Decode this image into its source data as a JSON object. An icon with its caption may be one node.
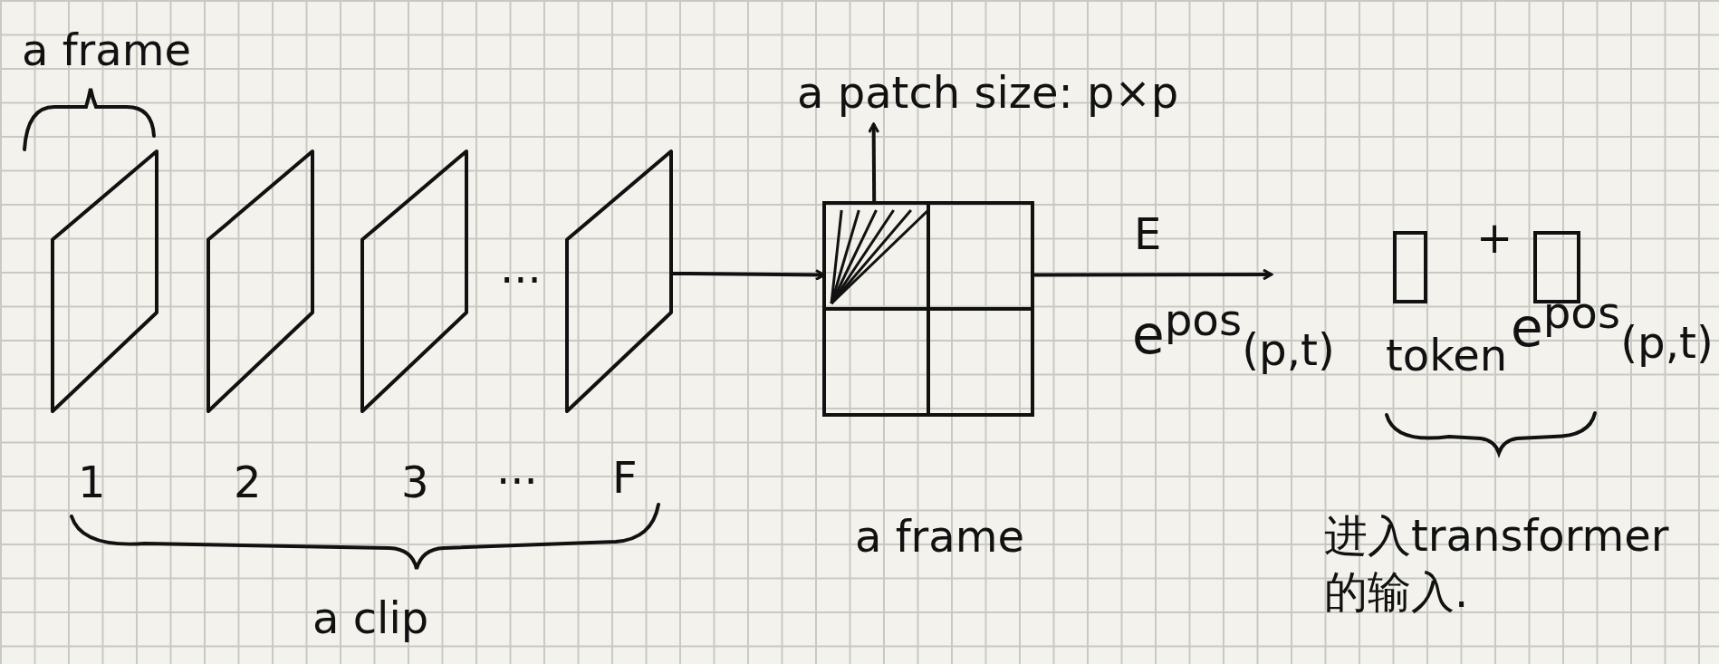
{
  "diagram": {
    "nodes": [
      {
        "text": [],
        "shape": "parallelogram",
        "beside": [
          "1"
        ]
      },
      {
        "text": [],
        "shape": "parallelogram",
        "beside": [
          "2"
        ]
      },
      {
        "text": [],
        "shape": "parallelogram",
        "beside": [
          "3"
        ]
      },
      {
        "text": [],
        "shape": "parallelogram",
        "beside": [
          "F"
        ]
      },
      {
        "text": [],
        "shape": "box",
        "beside": [
          "a frame"
        ]
      },
      {
        "text": [],
        "shape": "box",
        "in": 4
      },
      {
        "text": [
          "a patch size: p×p"
        ]
      },
      {
        "text": [],
        "shape": "box",
        "beside": [
          "token"
        ]
      },
      {
        "text": [],
        "shape": "box",
        "beside": [
          "e$^{pos}$$_{(p,t)}$"
        ]
      }
    ],
    "edges": [
      {
        "from": 3,
        "to": 4,
        "arrow": "to"
      },
      {
        "from": 5,
        "to": 6,
        "arrow": "to"
      },
      {
        "from": 4,
        "to": null,
        "arrow": "to",
        "label": "E"
      }
    ],
    "labels": [
      "a frame",
      "...",
      "...",
      "a clip",
      "e$^{pos}$$_{(p,t)}$",
      "+",
      "进入transformer的输入."
    ]
  }
}
